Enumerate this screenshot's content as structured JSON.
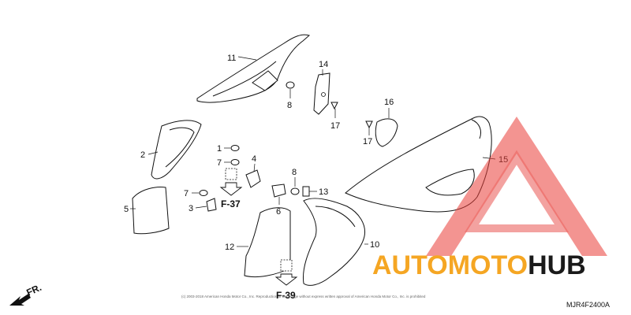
{
  "diagram": {
    "part_numbers": [
      "1",
      "2",
      "3",
      "4",
      "5",
      "6",
      "7",
      "7",
      "8",
      "8",
      "10",
      "11",
      "12",
      "13",
      "14",
      "15",
      "16",
      "17",
      "17"
    ],
    "section_refs": [
      "F-37",
      "F-39"
    ],
    "front_label": "FR.",
    "diagram_code": "MJR4F2400A",
    "copyright": "(c) 2003-2018 American Honda Motor Co., Inc. Reproduction of this image without express written approval of American Honda Motor Co., Inc. is prohibited"
  },
  "watermark": {
    "part1": "AUTOMOTO",
    "part2": "HUB",
    "color_primary": "#f5a623",
    "color_secondary": "#1a1a1a",
    "logo_color": "#e8403a"
  }
}
